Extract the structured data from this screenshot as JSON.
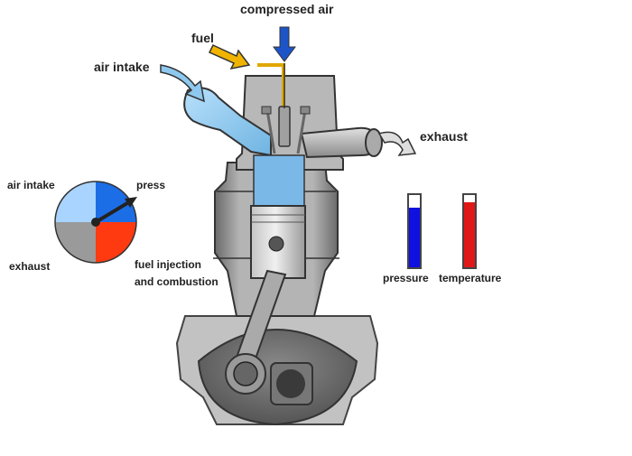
{
  "labels": {
    "compressed_air": "compressed air",
    "fuel": "fuel",
    "air_intake_arrow": "air intake",
    "exhaust_arrow": "exhaust",
    "dial_air_intake": "air intake",
    "dial_press": "press",
    "dial_exhaust": "exhaust",
    "dial_fuel_injection_1": "fuel injection",
    "dial_fuel_injection_2": "and combustion",
    "pressure": "pressure",
    "temperature": "temperature"
  },
  "gauges": {
    "pressure": {
      "level": 0.82,
      "color": "#1010e0"
    },
    "temperature": {
      "level": 0.9,
      "color": "#e01818"
    }
  },
  "dial": {
    "colors": {
      "air_intake": "#a8d4ff",
      "press": "#1c6ee6",
      "fuel_combustion": "#ff3a10",
      "exhaust": "#9a9a9a"
    }
  },
  "colors": {
    "engine_gray": "#a9a9a9",
    "engine_dark": "#5a5a5a",
    "intake_blue": "#8ec8ee",
    "air_arrow": "#1d55c8",
    "fuel_arrow": "#f0b400",
    "cylinder_air": "#7ab8e8"
  }
}
